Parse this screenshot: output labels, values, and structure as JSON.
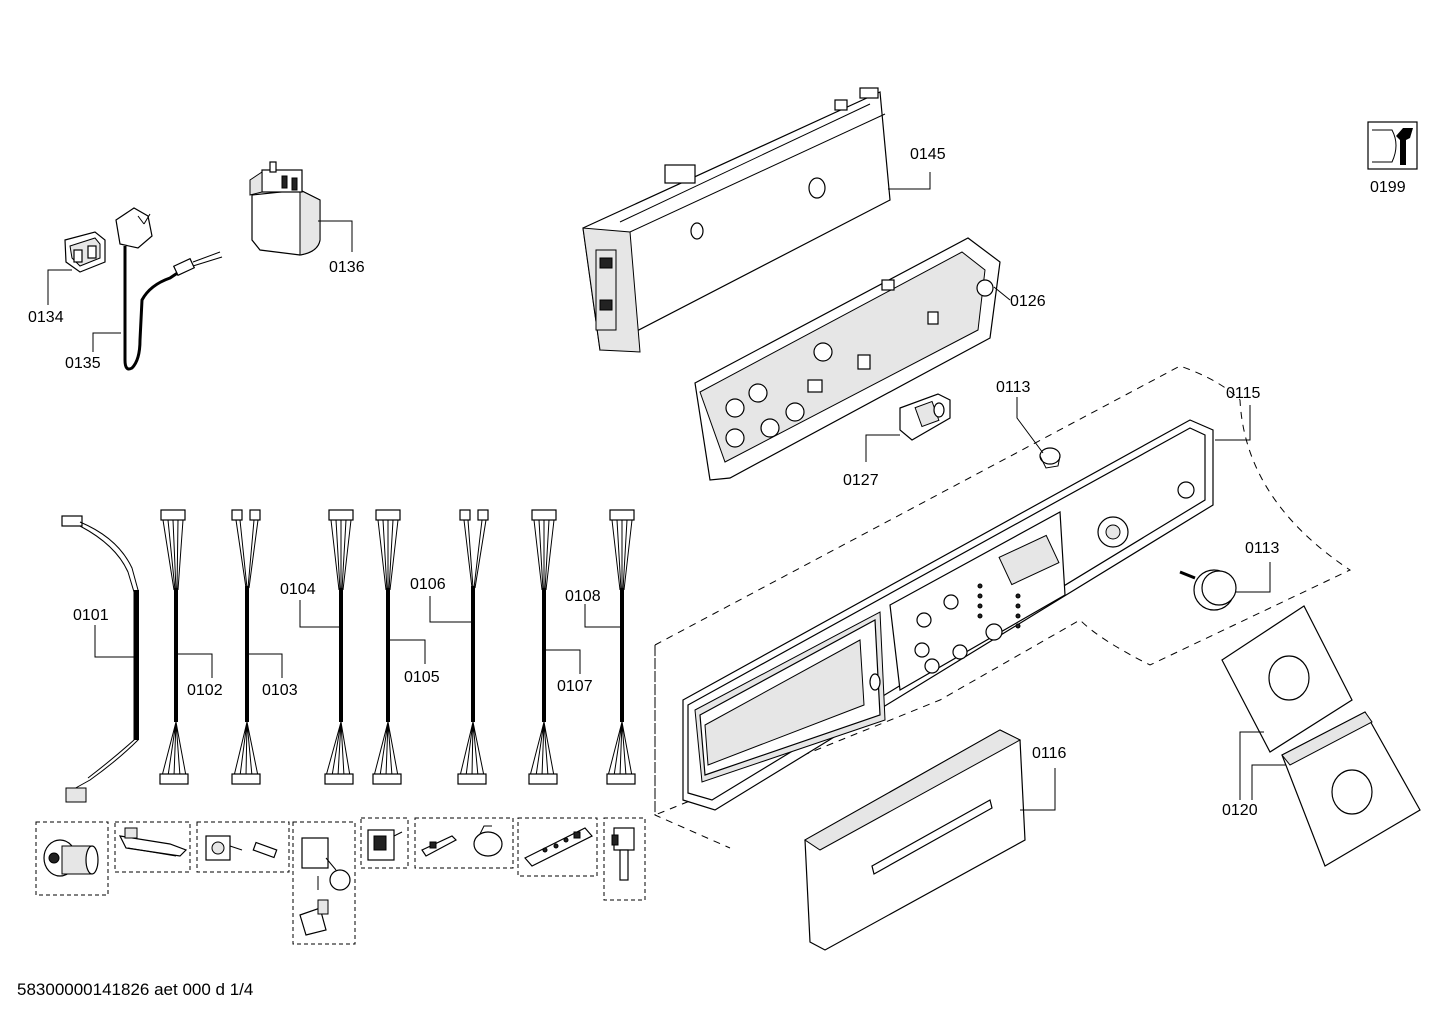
{
  "labels": {
    "p0101": "0101",
    "p0102": "0102",
    "p0103": "0103",
    "p0104": "0104",
    "p0105": "0105",
    "p0106": "0106",
    "p0107": "0107",
    "p0108": "0108",
    "p0113a": "0113",
    "p0113b": "0113",
    "p0115": "0115",
    "p0116": "0116",
    "p0120": "0120",
    "p0126": "0126",
    "p0127": "0127",
    "p0134": "0134",
    "p0135": "0135",
    "p0136": "0136",
    "p0145": "0145",
    "p0199": "0199"
  },
  "footer": "58300000141826 aet 000 d 1/4"
}
